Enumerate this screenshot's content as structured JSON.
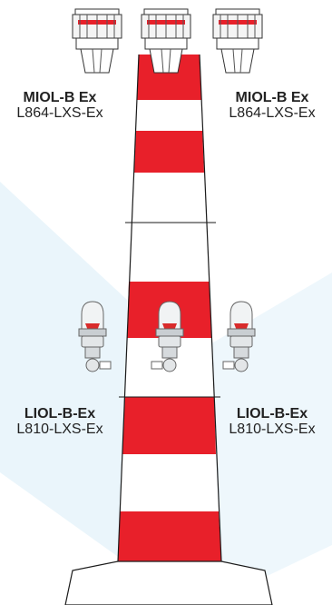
{
  "colors": {
    "stripe_red": "#e8202a",
    "stripe_white": "#ffffff",
    "outline": "#1a1a1a",
    "lamp_red": "#d92b2b",
    "lamp_gray": "#9aa0a6",
    "background_tint": "#eaf5fb"
  },
  "labels": {
    "miol_left": {
      "model": "MIOL-B Ex",
      "code": "L864-LXS-Ex"
    },
    "miol_right": {
      "model": "MIOL-B Ex",
      "code": "L864-LXS-Ex"
    },
    "liol_left": {
      "model": "LIOL-B-Ex",
      "code": "L810-LXS-Ex"
    },
    "liol_right": {
      "model": "LIOL-B-Ex",
      "code": "L810-LXS-Ex"
    }
  },
  "icons": {
    "miol_light": "medium-intensity-obstruction-light-icon",
    "liol_light": "low-intensity-obstruction-light-icon"
  }
}
